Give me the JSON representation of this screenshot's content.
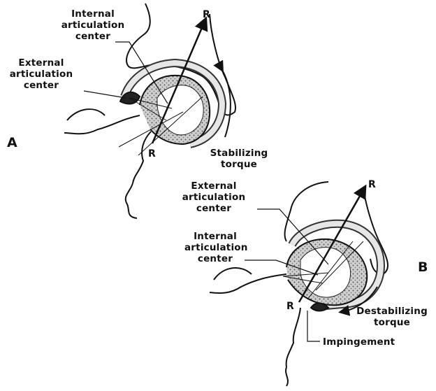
{
  "diagram": {
    "panel_a": {
      "letter": "A",
      "internal_center": [
        "Internal",
        "articulation",
        "center"
      ],
      "external_center": [
        "External",
        "articulation",
        "center"
      ],
      "force_top": "R",
      "force_bottom": "R",
      "torque": [
        "Stabilizing",
        "torque"
      ]
    },
    "panel_b": {
      "letter": "B",
      "external_center": [
        "External",
        "articulation",
        "center"
      ],
      "internal_center": [
        "Internal",
        "articulation",
        "center"
      ],
      "force_top": "R",
      "force_bottom": "R",
      "torque": [
        "Destabilizing",
        "torque"
      ],
      "impingement": "Impingement"
    }
  }
}
